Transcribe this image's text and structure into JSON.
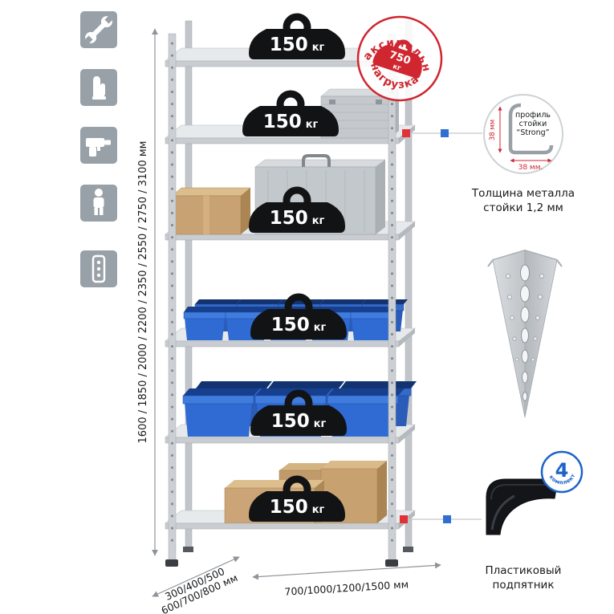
{
  "colors": {
    "stamp_red": "#cf2630",
    "badge_blue": "#1c63c9",
    "marker_red": "#e23237",
    "marker_blue": "#2f6fd0",
    "bin_blue": "#2f6bd2"
  },
  "sidebar": {
    "icons": [
      "wrench-icon",
      "gloves-icon",
      "drill-icon",
      "person-icon",
      "perforated-profile-icon"
    ]
  },
  "rack": {
    "shelf_count": 6,
    "shelf_load": {
      "value": "150",
      "unit": "кг"
    }
  },
  "stamp": {
    "arc_top": "максимальная",
    "arc_bottom": "нагрузка",
    "weight_value": "750",
    "weight_unit": "кг"
  },
  "dimensions": {
    "height": "1600 / 1850 / 2000 / 2200 / 2350 / 2550 / 2750 / 3100 мм",
    "depth_line1": "300/400/500",
    "depth_line2": "600/700/800 мм",
    "width": "700/1000/1200/1500 мм"
  },
  "profile_detail": {
    "label_line1": "профиль",
    "label_line2": "стойки",
    "label_line3": "“Strong”",
    "dim_vertical": "38 мм",
    "dim_horizontal": "38 мм.",
    "caption_line1": "Толщина металла",
    "caption_line2": "стойки 1,2 мм"
  },
  "foot_detail": {
    "badge_number": "4",
    "badge_text": "в комплекте",
    "caption_line1": "Пластиковый",
    "caption_line2": "подпятник"
  }
}
